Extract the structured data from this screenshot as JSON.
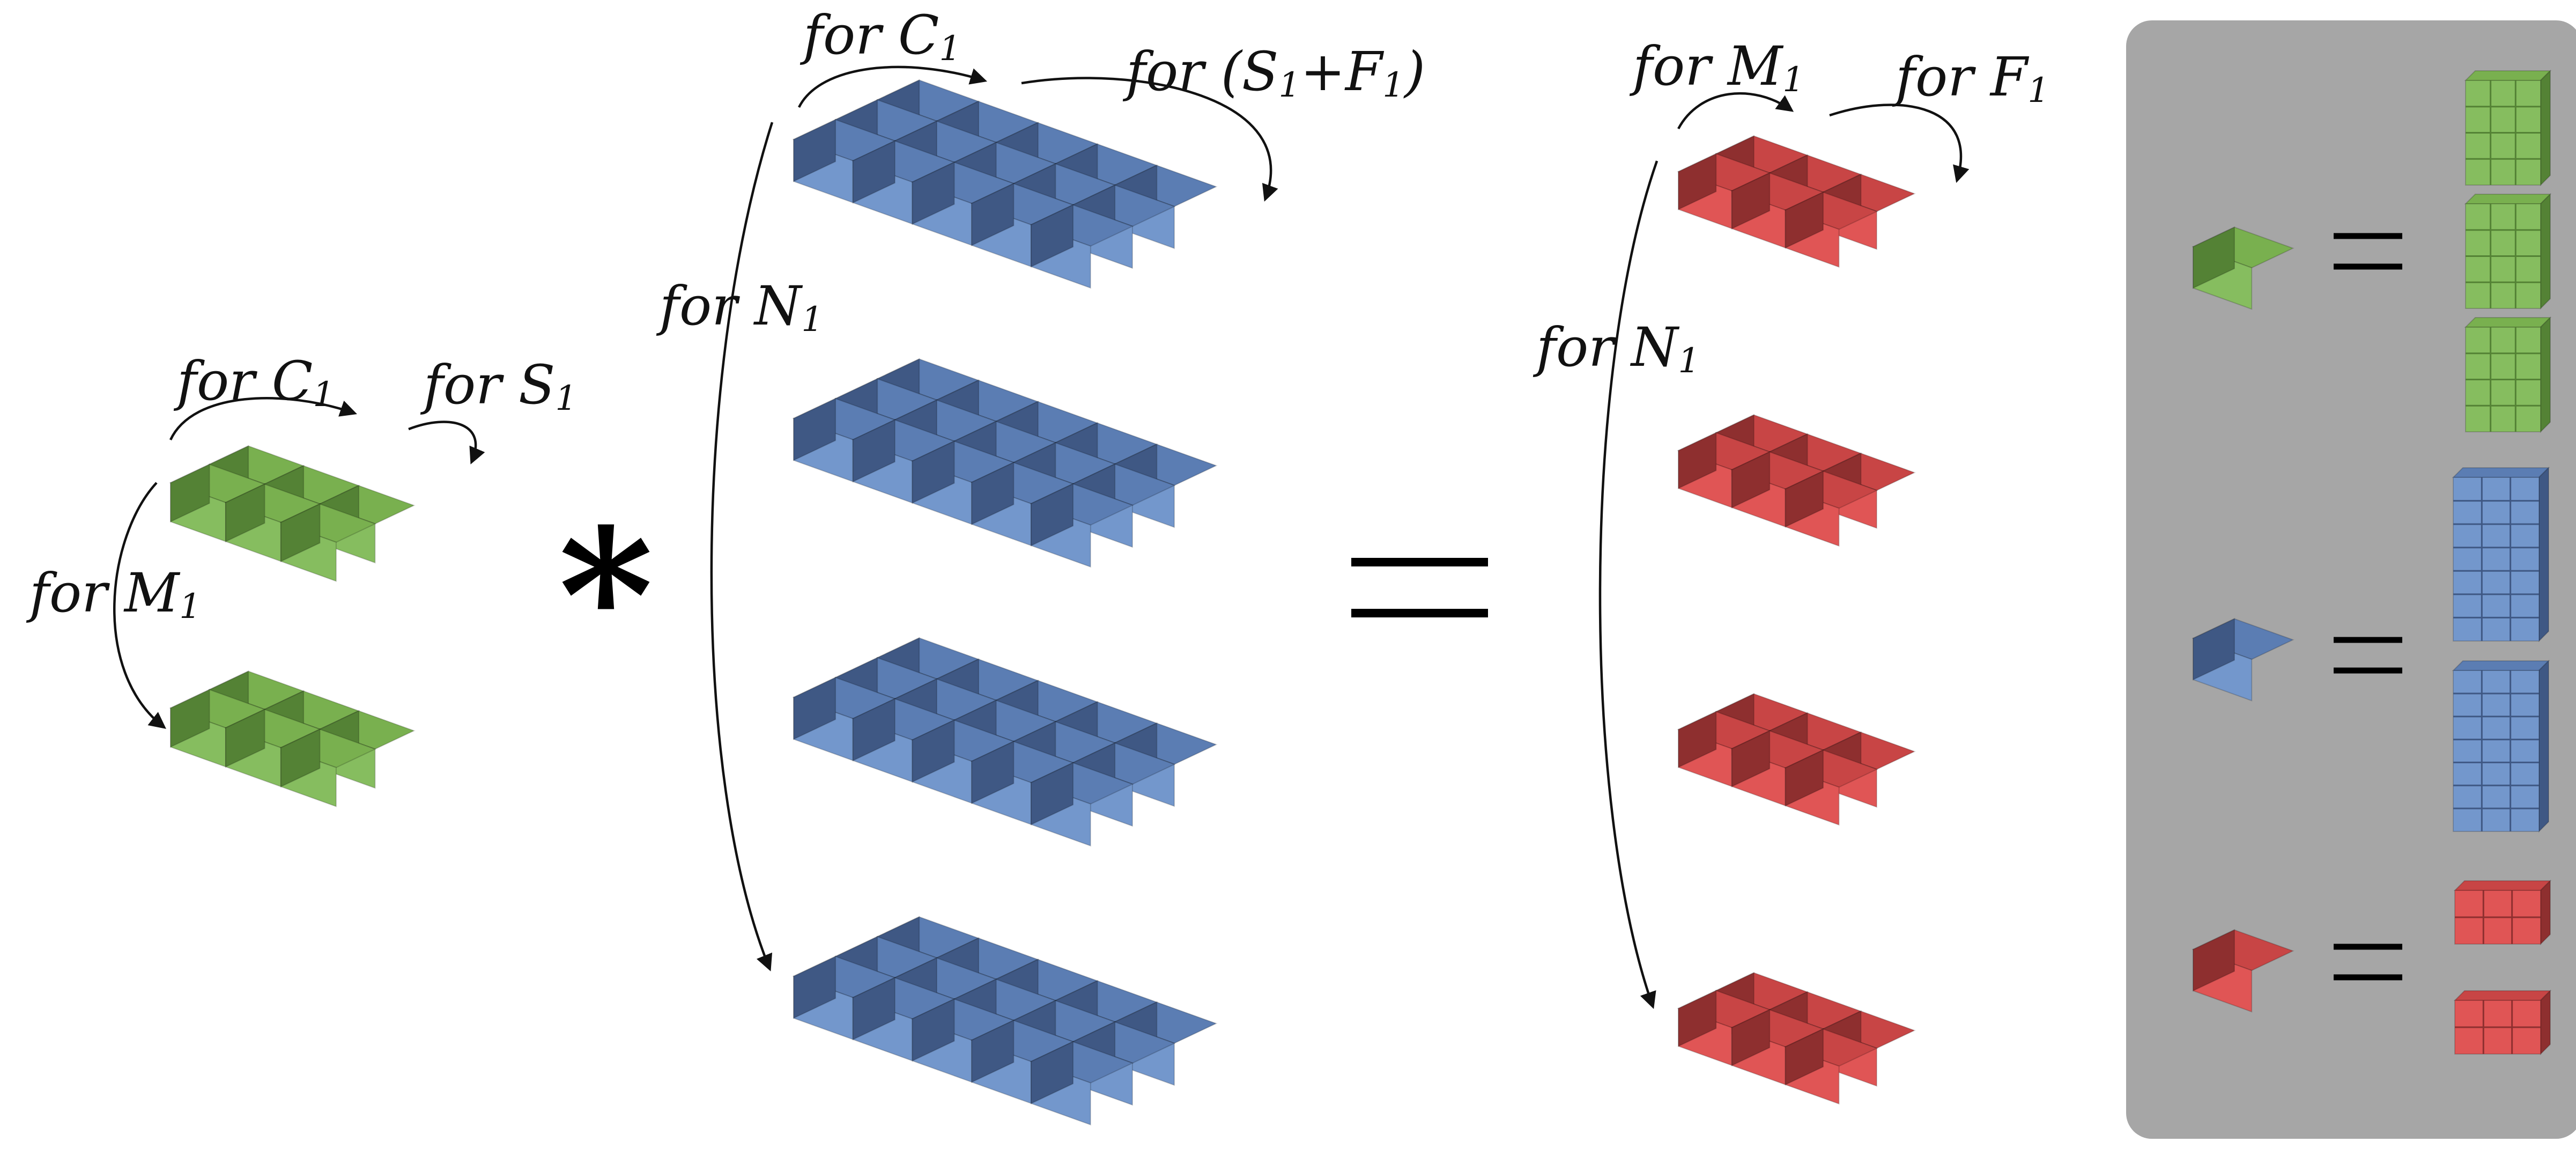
{
  "colors": {
    "green": {
      "top": "#79b04f",
      "left": "#548235",
      "right": "#6e9e48",
      "front": "#86bd5f"
    },
    "blue": {
      "top": "#5b7db3",
      "left": "#3f5884",
      "right": "#506f9f",
      "front": "#7397cc"
    },
    "red": {
      "top": "#c84545",
      "left": "#8e2f2f",
      "right": "#b33c3c",
      "front": "#e05555"
    },
    "panel": "#a6a6a6",
    "ink": "#000000"
  },
  "labels": {
    "input_c": {
      "loop": "for",
      "var": "C",
      "sub": "1"
    },
    "input_s": {
      "loop": "for",
      "var": "S",
      "sub": "1"
    },
    "input_m": {
      "loop": "for",
      "var": "M",
      "sub": "1"
    },
    "weight_c": {
      "loop": "for",
      "var": "C",
      "sub": "1"
    },
    "weight_sf": {
      "loop": "for",
      "open": "(",
      "var1": "S",
      "sub1": "1",
      "plus": "+",
      "var2": "F",
      "sub2": "1",
      "close": ")"
    },
    "weight_n": {
      "loop": "for",
      "var": "N",
      "sub": "1"
    },
    "output_m": {
      "loop": "for",
      "var": "M",
      "sub": "1"
    },
    "output_f": {
      "loop": "for",
      "var": "F",
      "sub": "1"
    },
    "output_n": {
      "loop": "for",
      "var": "N",
      "sub": "1"
    }
  },
  "operators": {
    "multiply": "*",
    "equals": "="
  },
  "icons": [
    "green-cube-icon",
    "blue-cube-icon",
    "red-cube-icon",
    "multiply-operator-icon",
    "equals-operator-icon",
    "loop-arrow-icon"
  ]
}
